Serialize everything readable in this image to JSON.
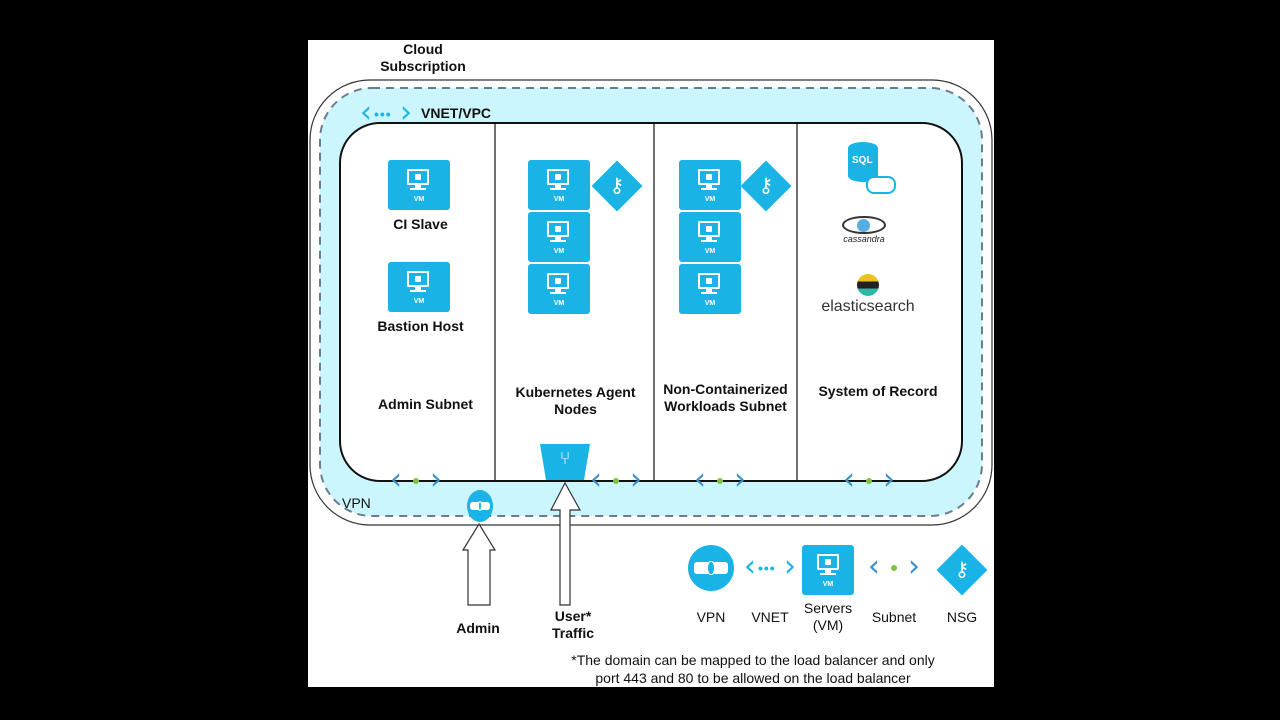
{
  "titles": {
    "cloud_subscription_line1": "Cloud",
    "cloud_subscription_line2": "Subscription",
    "vnet_label": "VNET/VPC",
    "vpn_label": "VPN"
  },
  "subnets": [
    {
      "name": "Admin Subnet",
      "items": [
        "CI Slave",
        "Bastion Host"
      ]
    },
    {
      "name_line1": "Kubernetes Agent",
      "name_line2": "Nodes"
    },
    {
      "name_line1": "Non-Containerized",
      "name_line2": "Workloads Subnet"
    },
    {
      "name": "System of Record",
      "items": [
        "SQL",
        "cassandra",
        "elasticsearch"
      ]
    }
  ],
  "vm_label": "VM",
  "icons": {
    "vnet": "vnet-icon",
    "subnet": "subnet-icon",
    "vm": "server-vm-icon",
    "nsg": "nsg-key-icon",
    "vpn": "vpn-gateway-icon",
    "lb": "load-balancer-icon"
  },
  "arrows": {
    "admin": "Admin",
    "user_line1": "User*",
    "user_line2": "Traffic"
  },
  "legend": [
    {
      "label": "VPN"
    },
    {
      "label": "VNET"
    },
    {
      "label_line1": "Servers",
      "label_line2": "(VM)"
    },
    {
      "label": "Subnet"
    },
    {
      "label": "NSG"
    }
  ],
  "footnote": {
    "line1": "*The domain can be mapped to the load balancer and only",
    "line2": "port 443 and 80 to be allowed on the load balancer"
  },
  "colors": {
    "azure_blue": "#1ab3e6",
    "vnet_fill": "#ccf6fd",
    "subnet_blue": "#3a8fc9",
    "subnet_dot": "#7dc242"
  }
}
